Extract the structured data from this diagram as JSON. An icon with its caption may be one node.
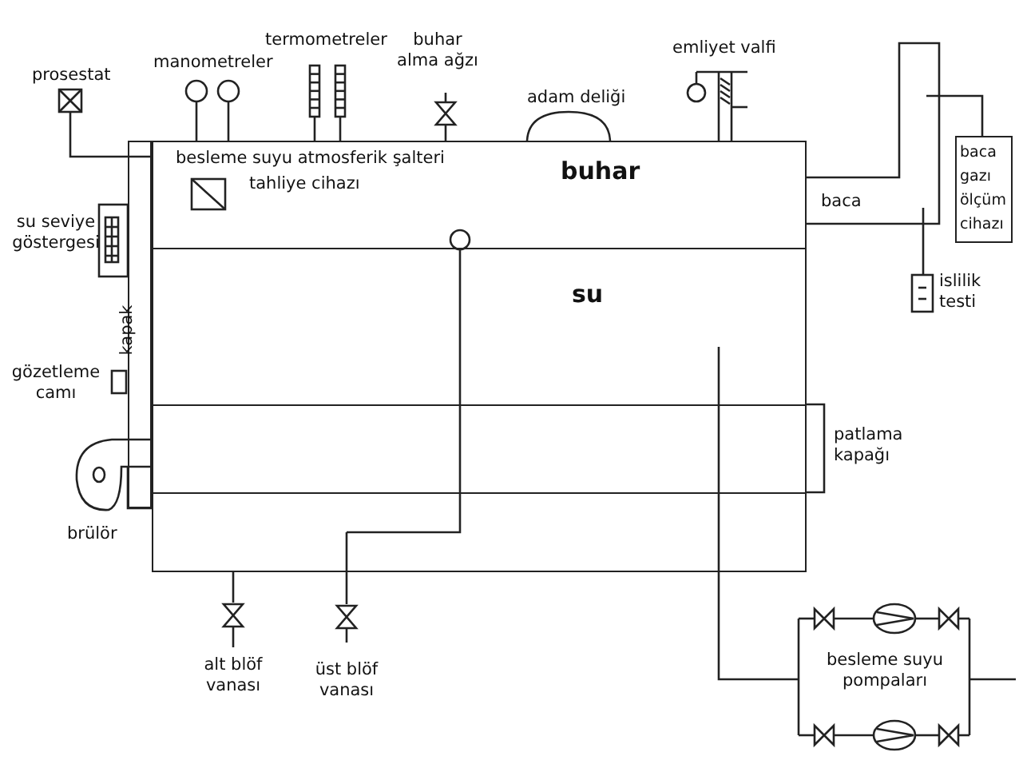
{
  "diagram": {
    "nodes": [
      {
        "text": [
          "buhar",
          "su"
        ]
      },
      {
        "text": [
          "kapak"
        ]
      },
      {
        "text": [
          "baca gazı ölçüm cihazı"
        ]
      }
    ],
    "labels": [
      "termometreler",
      "buhar alma ağzı",
      "emliyet valfi",
      "prosestat",
      "manometreler",
      "adam deliği",
      "besleme suyu atmosferik şalteri",
      "tahliye cihazı",
      "baca",
      "su seviye göstergesi",
      "islilik testi",
      "gözetleme camı",
      "patlama kapağı",
      "brülör",
      "alt blöf vanası",
      "üst blöf vanası",
      "besleme suyu pompaları"
    ]
  }
}
